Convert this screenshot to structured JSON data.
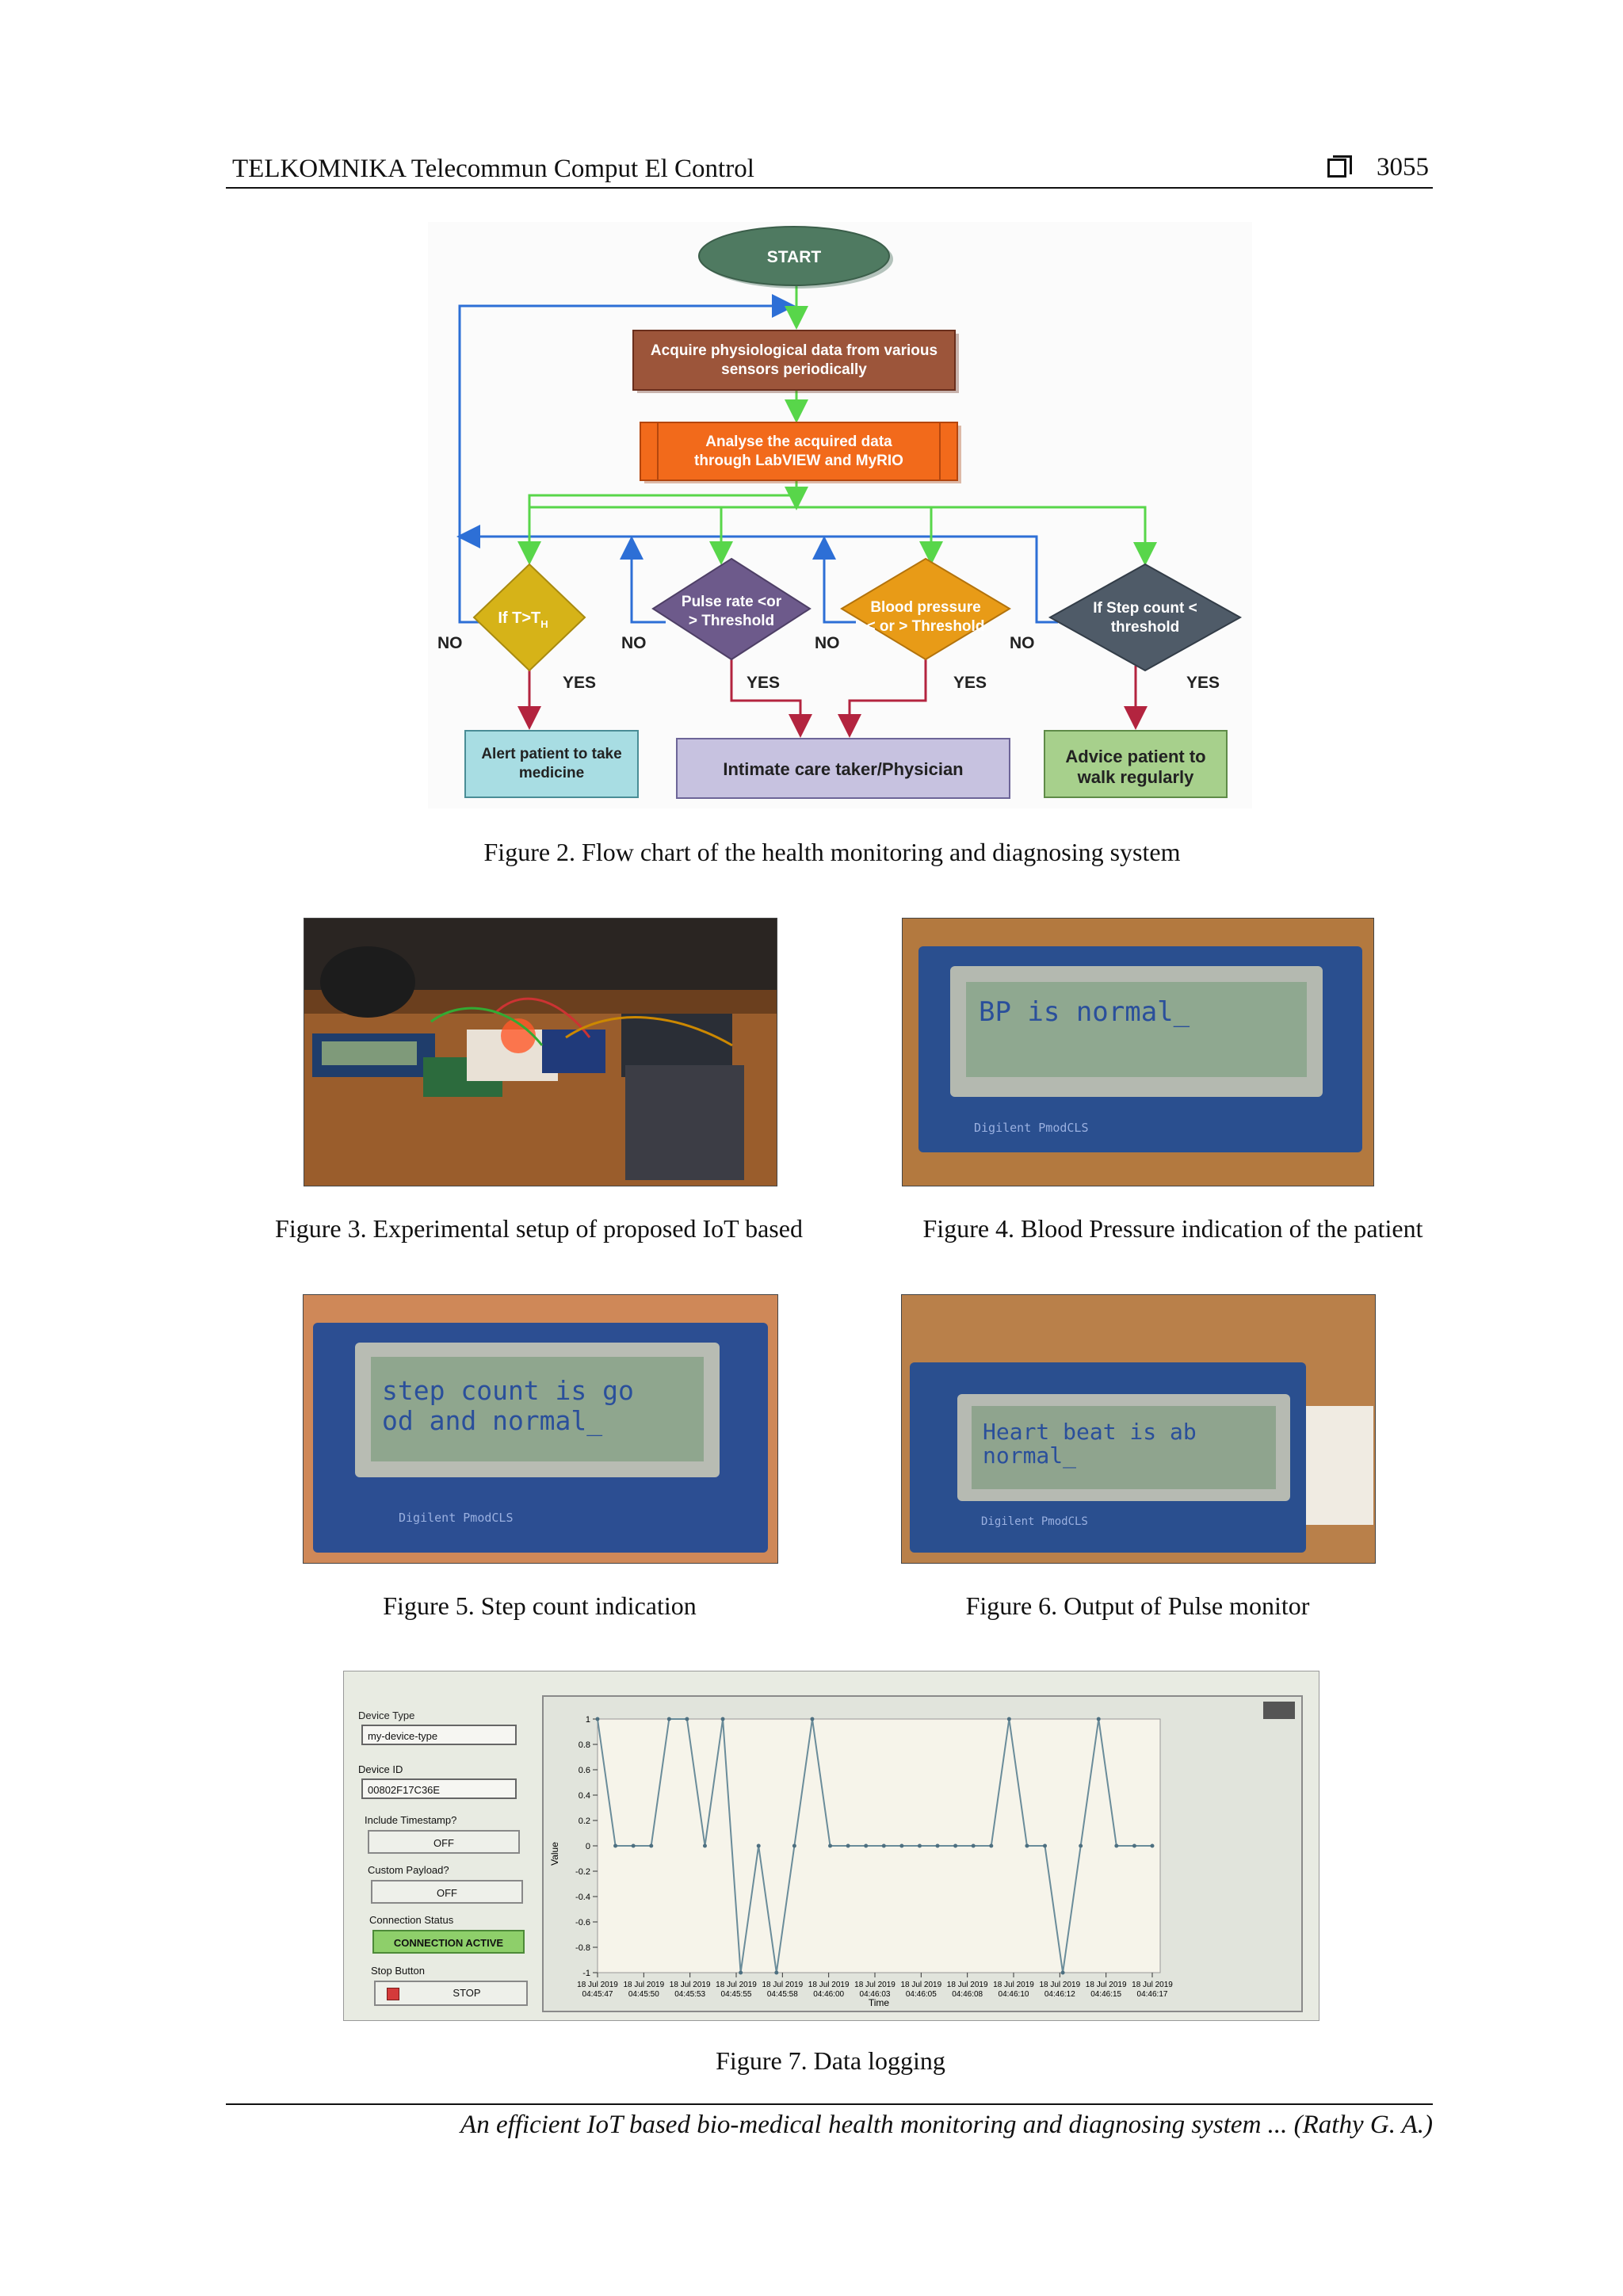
{
  "header": {
    "journal": "TELKOMNIKA Telecommun Comput El Control",
    "page_number": "3055"
  },
  "figure2": {
    "start": "START",
    "acquire": [
      "Acquire physiological data from various",
      "sensors periodically"
    ],
    "analyse": [
      "Analyse the acquired data",
      "through LabVIEW and MyRIO"
    ],
    "d1": [
      "If T>T",
      "H"
    ],
    "d2": [
      "Pulse rate <or",
      "> Threshold"
    ],
    "d3": [
      "Blood pressure",
      "< or > Threshold"
    ],
    "d4": [
      "If  Step count <",
      "threshold"
    ],
    "no": "NO",
    "yes": "YES",
    "alert": [
      "Alert patient to take",
      "medicine"
    ],
    "intimate": "Intimate care taker/Physician",
    "advice": [
      "Advice patient to",
      "walk regularly"
    ],
    "caption": "Figure 2. Flow chart of the health monitoring and diagnosing system"
  },
  "figure3": {
    "caption": "Figure 3. Experimental setup of proposed IoT based"
  },
  "figure4": {
    "caption": "Figure 4. Blood Pressure indication of the patient",
    "lcd": [
      "BP is normal_"
    ]
  },
  "figure5": {
    "caption": "Figure 5. Step count indication",
    "lcd": [
      "step count is go",
      "od and normal_"
    ]
  },
  "figure6": {
    "caption": "Figure 6. Output of Pulse monitor",
    "lcd": [
      "Heart beat is ab",
      "normal_"
    ]
  },
  "board_label": "Digilent  PmodCLS",
  "figure7": {
    "caption": "Figure 7. Data logging",
    "panel": {
      "device_type_label": "Device Type",
      "device_type_value": "my-device-type",
      "device_id_label": "Device ID",
      "device_id_value": "00802F17C36E",
      "timestamp_label": "Include Timestamp?",
      "timestamp_value": "OFF",
      "payload_label": "Custom Payload?",
      "payload_value": "OFF",
      "status_label": "Connection Status",
      "status_value": "CONNECTION ACTIVE",
      "stop_label": "Stop Button",
      "stop_value": "STOP"
    }
  },
  "chart_data": {
    "type": "line",
    "xlabel": "Time",
    "ylabel": "Value",
    "ylim": [
      -1,
      1
    ],
    "yticks": [
      "1",
      "0.8",
      "0.6",
      "0.4",
      "0.2",
      "0",
      "-0.2",
      "-0.4",
      "-0.6",
      "-0.8",
      "-1"
    ],
    "xticks": [
      [
        "18 Jul 2019",
        "04:45:47"
      ],
      [
        "18 Jul 2019",
        "04:45:50"
      ],
      [
        "18 Jul 2019",
        "04:45:53"
      ],
      [
        "18 Jul 2019",
        "04:45:55"
      ],
      [
        "18 Jul 2019",
        "04:45:58"
      ],
      [
        "18 Jul 2019",
        "04:46:00"
      ],
      [
        "18 Jul 2019",
        "04:46:03"
      ],
      [
        "18 Jul 2019",
        "04:46:05"
      ],
      [
        "18 Jul 2019",
        "04:46:08"
      ],
      [
        "18 Jul 2019",
        "04:46:10"
      ],
      [
        "18 Jul 2019",
        "04:46:12"
      ],
      [
        "18 Jul 2019",
        "04:46:15"
      ],
      [
        "18 Jul 2019",
        "04:46:17"
      ]
    ],
    "series": [
      {
        "values": [
          1,
          0,
          0,
          0,
          1,
          1,
          0,
          1,
          -1,
          0,
          -1,
          0,
          1,
          0,
          0,
          0,
          0,
          0,
          0,
          0,
          0,
          0,
          0,
          1,
          0,
          0,
          -1,
          0,
          1,
          0,
          0,
          0
        ]
      }
    ]
  },
  "colors": {
    "start": "#4f7a61",
    "acquire": "#9c553a",
    "analyse": "#f26a1b",
    "d1": "#d6b318",
    "d2": "#6d5a8b",
    "d3": "#e89b17",
    "d4": "#4f5b68",
    "alert": "#a8dde3",
    "intimate": "#c7c2e0",
    "advice": "#a7d08c",
    "loop_arrow": "#2d6fd6",
    "flow_arrow": "#58d64a",
    "yes_arrow": "#b3243f"
  },
  "footer": "An efficient IoT based bio-medical health monitoring and diagnosing system ... (Rathy G. A.)"
}
